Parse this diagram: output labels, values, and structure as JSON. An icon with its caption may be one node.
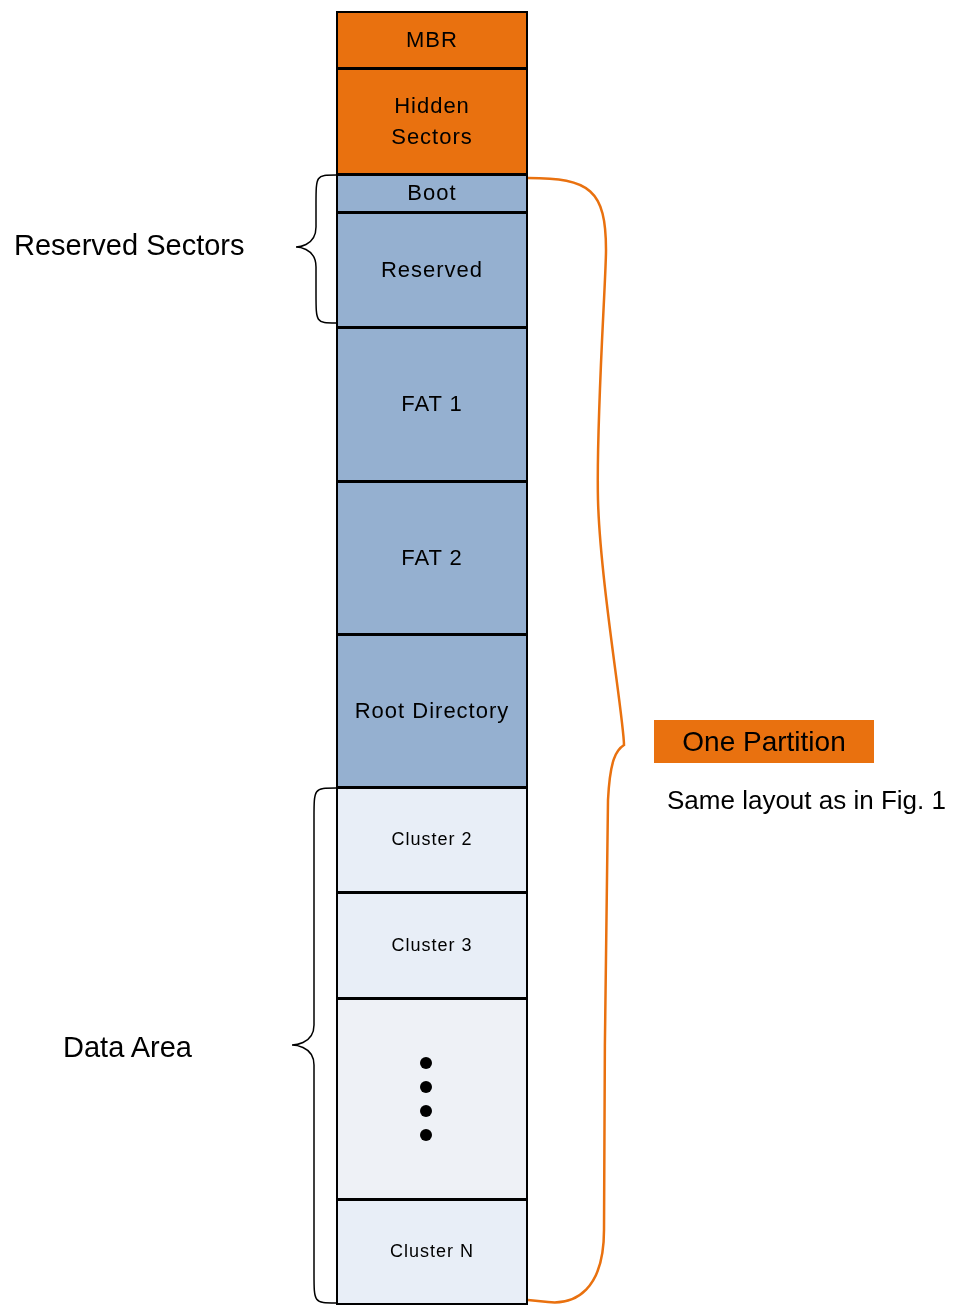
{
  "diagram": {
    "nodes": [
      {
        "text": [
          "MBR"
        ]
      },
      {
        "text": [
          "Hidden Sectors"
        ]
      },
      {
        "text": [
          "Boot"
        ]
      },
      {
        "text": [
          "Reserved"
        ]
      },
      {
        "text": [
          "FAT 1"
        ]
      },
      {
        "text": [
          "FAT 2"
        ]
      },
      {
        "text": [
          "Root Directory"
        ]
      },
      {
        "text": [
          "Cluster 2"
        ]
      },
      {
        "text": [
          "Cluster 3"
        ]
      },
      {
        "text": [],
        "shape": "box"
      },
      {
        "text": [
          "Cluster N"
        ]
      },
      {
        "text": [
          "One Partition"
        ],
        "beside": [
          "Same layout as in Fig. 1"
        ]
      }
    ],
    "labels": [
      "Reserved Sectors",
      "Data Area"
    ]
  }
}
